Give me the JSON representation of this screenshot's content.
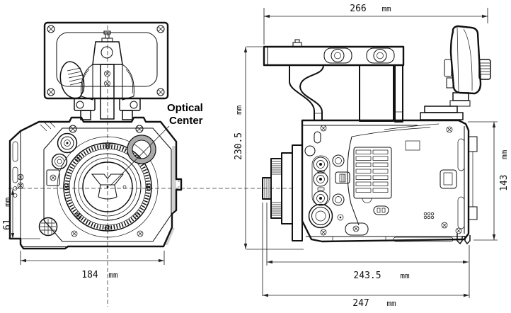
{
  "drawing": {
    "type": "technical-dimension-drawing",
    "subject": "cinema camera front and side views",
    "optical_center_label": {
      "line1": "Optical",
      "line2": "Center"
    },
    "dimensions": {
      "top_width": {
        "value": "266",
        "unit": "mm"
      },
      "total_height": {
        "value": "230.5",
        "unit": "mm"
      },
      "optical_center_height": {
        "value": "61",
        "unit": "mm"
      },
      "front_width": {
        "value": "184",
        "unit": "mm"
      },
      "body_height": {
        "value": "143",
        "unit": "mm"
      },
      "body_depth": {
        "value": "243.5",
        "unit": "mm"
      },
      "total_depth": {
        "value": "247",
        "unit": "mm"
      }
    },
    "colors": {
      "line": "#111111",
      "dim_line": "#222222",
      "background": "#ffffff",
      "shade": "#c9c9c9"
    }
  }
}
